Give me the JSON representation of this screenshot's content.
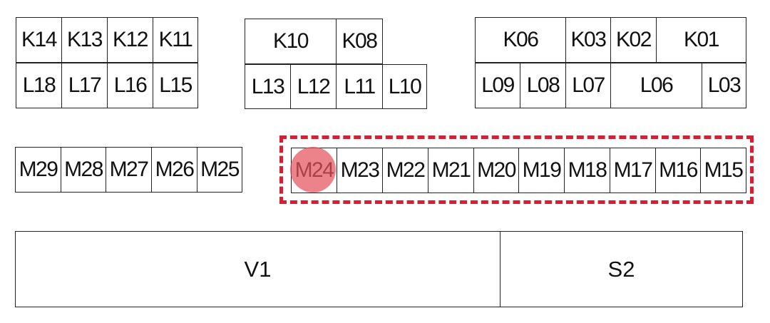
{
  "colors": {
    "highlight": "#d61f33",
    "marker": "#e5535e"
  },
  "groups": {
    "k_left": [
      "K14",
      "K13",
      "K12",
      "K11"
    ],
    "l_left": [
      "L18",
      "L17",
      "L16",
      "L15"
    ],
    "k_mid": [
      "K10",
      "K08"
    ],
    "l_mid": [
      "L13",
      "L12",
      "L11",
      "L10"
    ],
    "k_right": [
      "K06",
      "K03",
      "K02",
      "K01"
    ],
    "l_right": [
      "L09",
      "L08",
      "L07",
      "L06",
      "L03"
    ],
    "m_left": [
      "M29",
      "M28",
      "M27",
      "M26",
      "M25"
    ],
    "m_right": [
      "M24",
      "M23",
      "M22",
      "M21",
      "M20",
      "M19",
      "M18",
      "M17",
      "M16",
      "M15"
    ],
    "bottom": [
      "V1",
      "S2"
    ]
  },
  "highlight": {
    "selected_cell": "M24"
  }
}
